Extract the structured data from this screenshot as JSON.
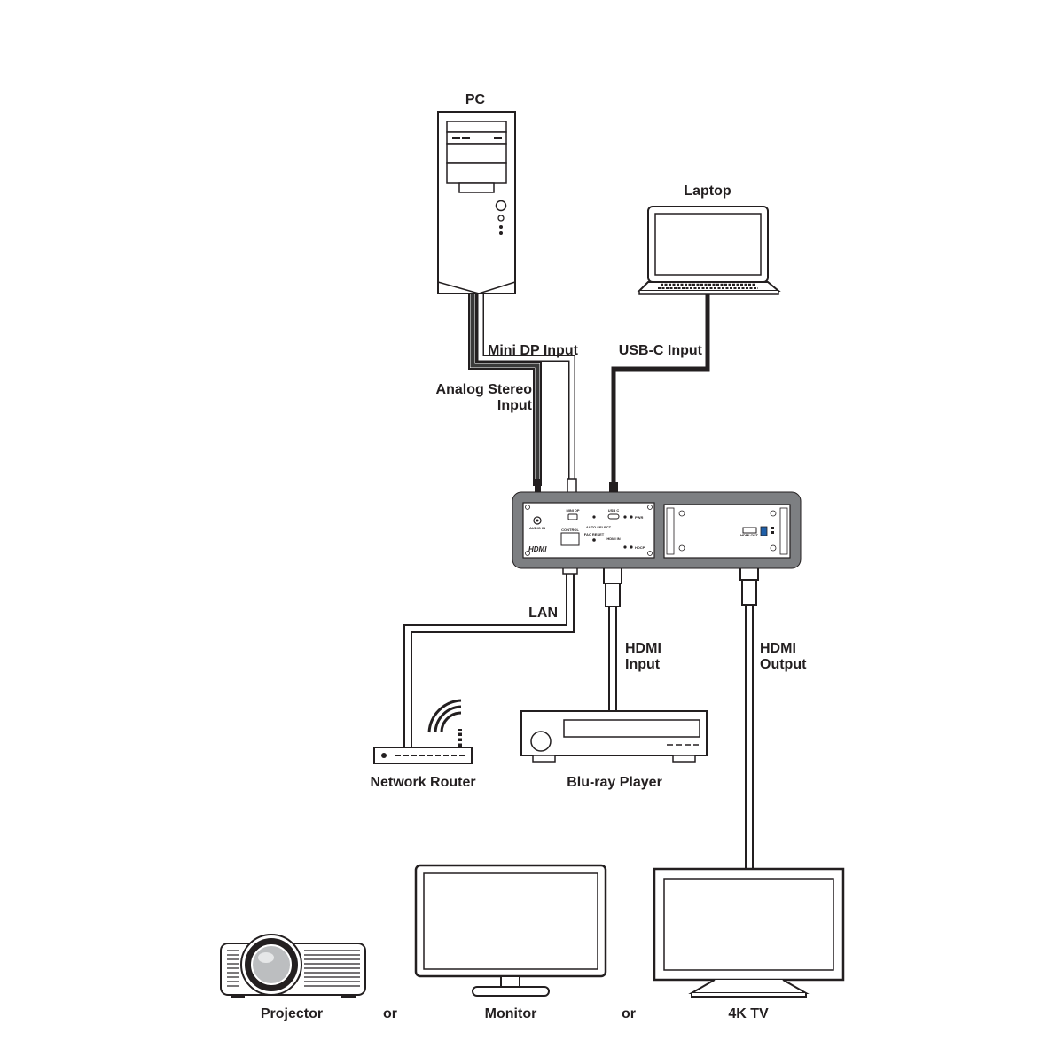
{
  "devices": {
    "pc": "PC",
    "laptop": "Laptop",
    "network_router": "Network Router",
    "bluray_player": "Blu-ray Player",
    "projector": "Projector",
    "monitor": "Monitor",
    "tv": "4K TV"
  },
  "connections": {
    "mini_dp": "Mini DP Input",
    "usb_c": "USB-C Input",
    "analog_line1": "Analog Stereo",
    "analog_line2": "Input",
    "lan": "LAN",
    "hdmi_in_line1": "HDMI",
    "hdmi_in_line2": "Input",
    "hdmi_out_line1": "HDMI",
    "hdmi_out_line2": "Output"
  },
  "separators": {
    "or_1": "or",
    "or_2": "or"
  },
  "panel": {
    "audio_in": "AUDIO IN",
    "mini_dp": "MINI DP",
    "control": "CONTROL",
    "usb_c": "USB C",
    "hdmi_in": "HDMI IN",
    "fac_reset": "FAC RESET",
    "auto_select": "AUTO SELECT",
    "power": "PWR",
    "hdcp": "HDCP",
    "hdmi_out": "HDMI OUT",
    "hdmi_logo": "HDMI"
  }
}
